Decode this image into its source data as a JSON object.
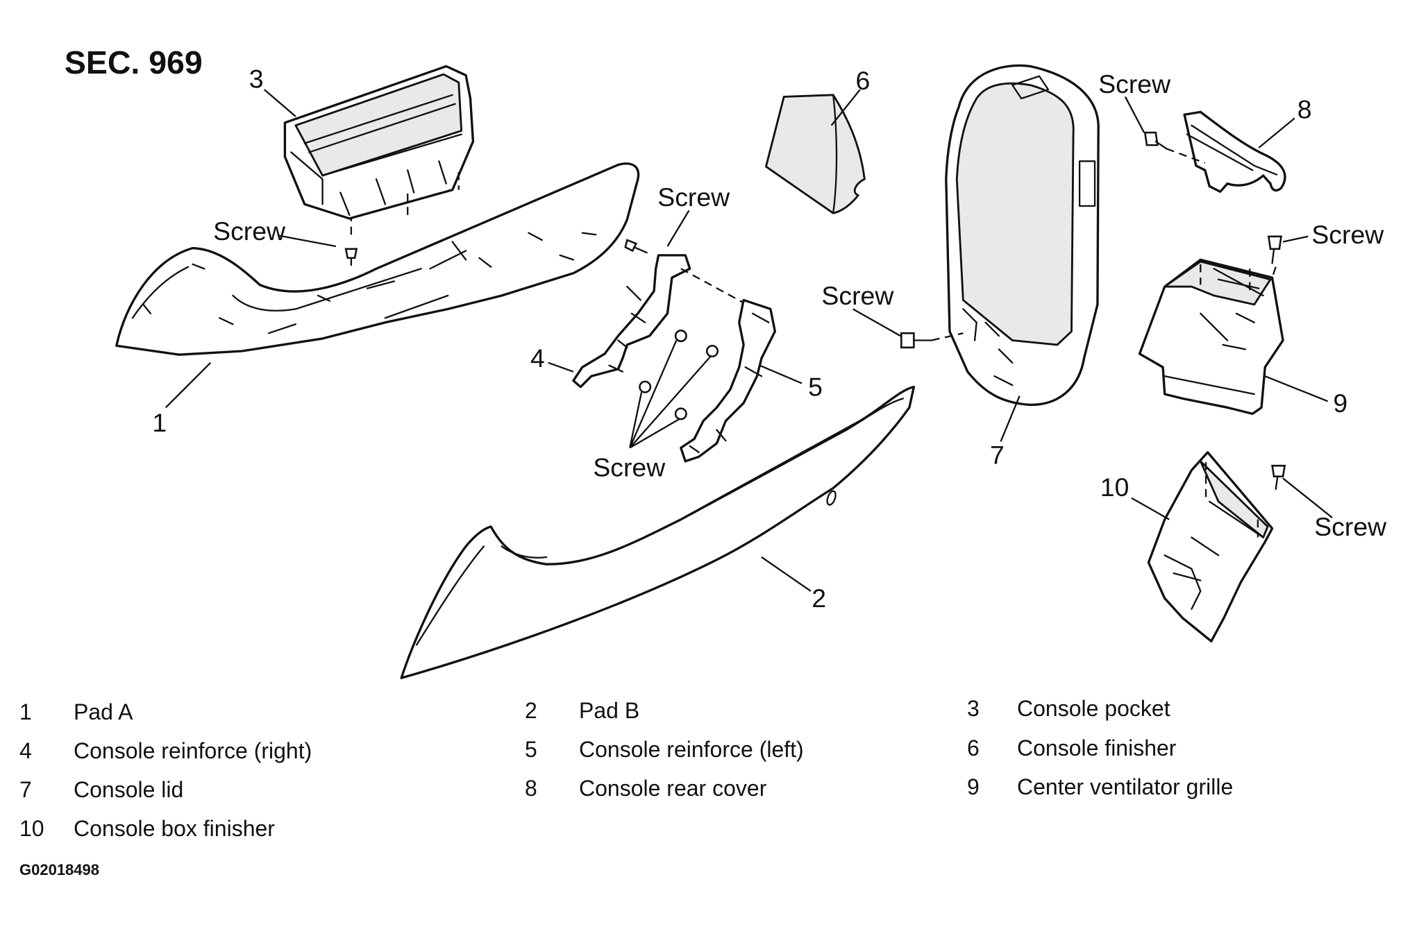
{
  "title": "SEC. 969",
  "figure_code": "G02018498",
  "screw_label": "Screw",
  "callouts": [
    "1",
    "2",
    "3",
    "4",
    "5",
    "6",
    "7",
    "8",
    "9",
    "10"
  ],
  "legend": [
    {
      "num": "1",
      "label": "Pad A"
    },
    {
      "num": "2",
      "label": "Pad B"
    },
    {
      "num": "3",
      "label": "Console pocket"
    },
    {
      "num": "4",
      "label": "Console reinforce (right)"
    },
    {
      "num": "5",
      "label": "Console reinforce (left)"
    },
    {
      "num": "6",
      "label": "Console finisher"
    },
    {
      "num": "7",
      "label": "Console lid"
    },
    {
      "num": "8",
      "label": "Console rear cover"
    },
    {
      "num": "9",
      "label": "Center ventilator grille"
    },
    {
      "num": "10",
      "label": "Console box finisher"
    }
  ]
}
